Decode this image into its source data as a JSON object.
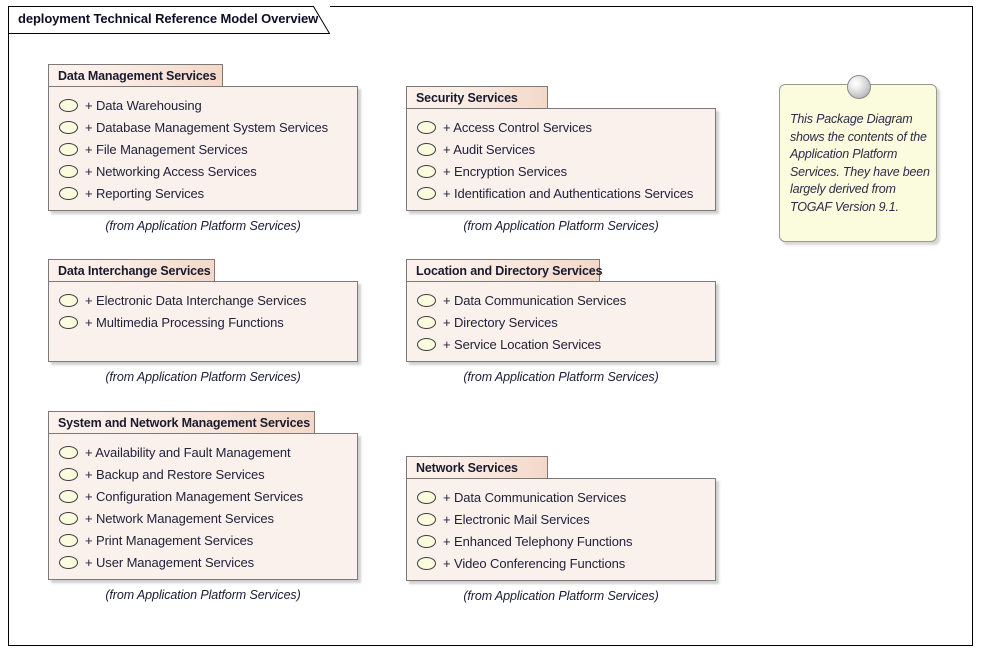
{
  "diagram": {
    "title": "deployment Technical Reference Model Overview",
    "from_label": "(from Application Platform Services)",
    "colors": {
      "frame_border": "#000000",
      "package_body_fill": "#faf0ec",
      "package_tab_gradient_start": "#fcf1ec",
      "package_tab_gradient_end": "#f3d8c8",
      "package_border": "#7a7a7a",
      "interface_icon_fill": "#fbfbdd",
      "note_fill": "#fbfbdd",
      "note_border": "#9a9a8a",
      "text": "#22223b"
    }
  },
  "packages": [
    {
      "name": "Data Management Services",
      "from": "(from Application Platform Services)",
      "items": [
        "+ Data Warehousing",
        "+ Database Management System Services",
        "+ File Management Services",
        "+ Networking Access Services",
        "+ Reporting Services"
      ]
    },
    {
      "name": "Security Services",
      "from": "(from Application Platform Services)",
      "items": [
        "+ Access Control Services",
        "+ Audit Services",
        "+ Encryption Services",
        "+ Identification and Authentications Services"
      ]
    },
    {
      "name": "Data Interchange Services",
      "from": "(from Application Platform Services)",
      "items": [
        "+ Electronic Data Interchange Services",
        "+ Multimedia Processing Functions"
      ]
    },
    {
      "name": "Location and Directory Services",
      "from": "(from Application Platform Services)",
      "items": [
        "+ Data Communication Services",
        "+ Directory Services",
        "+ Service Location Services"
      ]
    },
    {
      "name": "System and Network Management Services",
      "from": "(from Application Platform Services)",
      "items": [
        "+ Availability and Fault Management",
        "+ Backup and Restore Services",
        "+ Configuration Management Services",
        "+ Network Management Services",
        "+ Print Management Services",
        "+ User Management Services"
      ]
    },
    {
      "name": "Network Services",
      "from": "(from Application Platform Services)",
      "items": [
        "+ Data Communication Services",
        "+ Electronic Mail Services",
        "+ Enhanced Telephony Functions",
        "+ Video Conferencing Functions"
      ]
    }
  ],
  "note": {
    "icon": "pin-circle-icon",
    "text": "This Package Diagram shows the contents of the Application Platform Services. They have been largely derived from TOGAF Version 9.1."
  }
}
